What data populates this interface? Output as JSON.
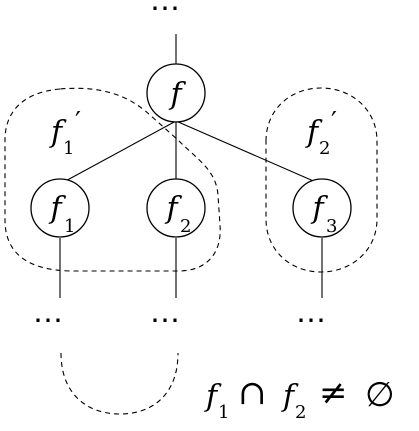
{
  "root": {
    "symbol": "f"
  },
  "children": [
    {
      "symbol": "f",
      "sub": "1"
    },
    {
      "symbol": "f",
      "sub": "2"
    },
    {
      "symbol": "f",
      "sub": "3"
    }
  ],
  "groups": [
    {
      "symbol": "f",
      "sub": "1",
      "prime": "′"
    },
    {
      "symbol": "f",
      "sub": "2",
      "prime": "′"
    }
  ],
  "ellipsis": "⋯",
  "relation": {
    "a_symbol": "f",
    "a_sub": "1",
    "op": "∩",
    "b_symbol": "f",
    "b_sub": "2",
    "rel": "≠",
    "empty": "∅"
  }
}
